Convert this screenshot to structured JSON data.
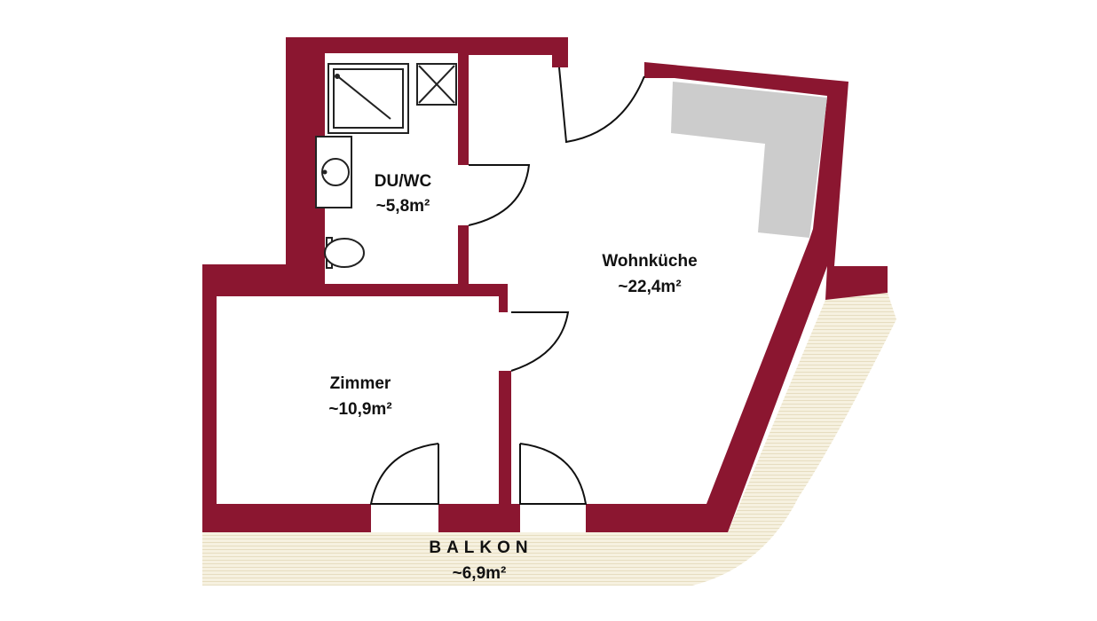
{
  "colors": {
    "wall": "#8b1630",
    "kitchen_counter": "#cccccc",
    "balcony": "#f6f1e0",
    "background": "#ffffff"
  },
  "rooms": {
    "bath": {
      "name": "DU/WC",
      "area": "~5,8m²"
    },
    "living_kitchen": {
      "name": "Wohnküche",
      "area": "~22,4m²"
    },
    "room": {
      "name": "Zimmer",
      "area": "~10,9m²"
    },
    "balcony": {
      "name": "BALKON",
      "area": "~6,9m²"
    }
  }
}
